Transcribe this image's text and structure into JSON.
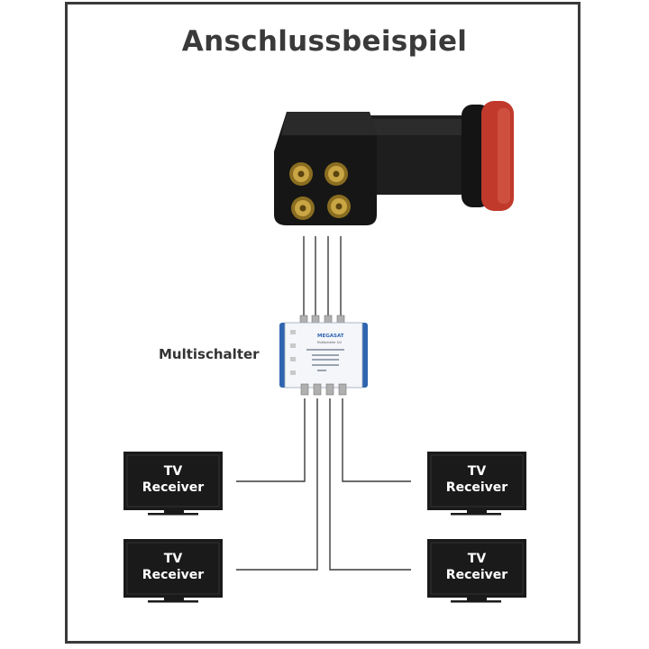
{
  "title": "Anschlussbeispiel",
  "multiswitch": {
    "label": "Multischalter",
    "brand": "MEGASAT",
    "model": "Multischalter 5/4"
  },
  "receivers": [
    {
      "line1": "TV",
      "line2": "Receiver"
    },
    {
      "line1": "TV",
      "line2": "Receiver"
    },
    {
      "line1": "TV",
      "line2": "Receiver"
    },
    {
      "line1": "TV",
      "line2": "Receiver"
    }
  ],
  "colors": {
    "frame": "#3a3a3a",
    "lnb_body": "#1c1c1c",
    "lnb_cap": "#c0392b",
    "connector": "#c9a544",
    "switch_blue": "#2f64b0",
    "tv_screen": "#1a1a1a"
  }
}
